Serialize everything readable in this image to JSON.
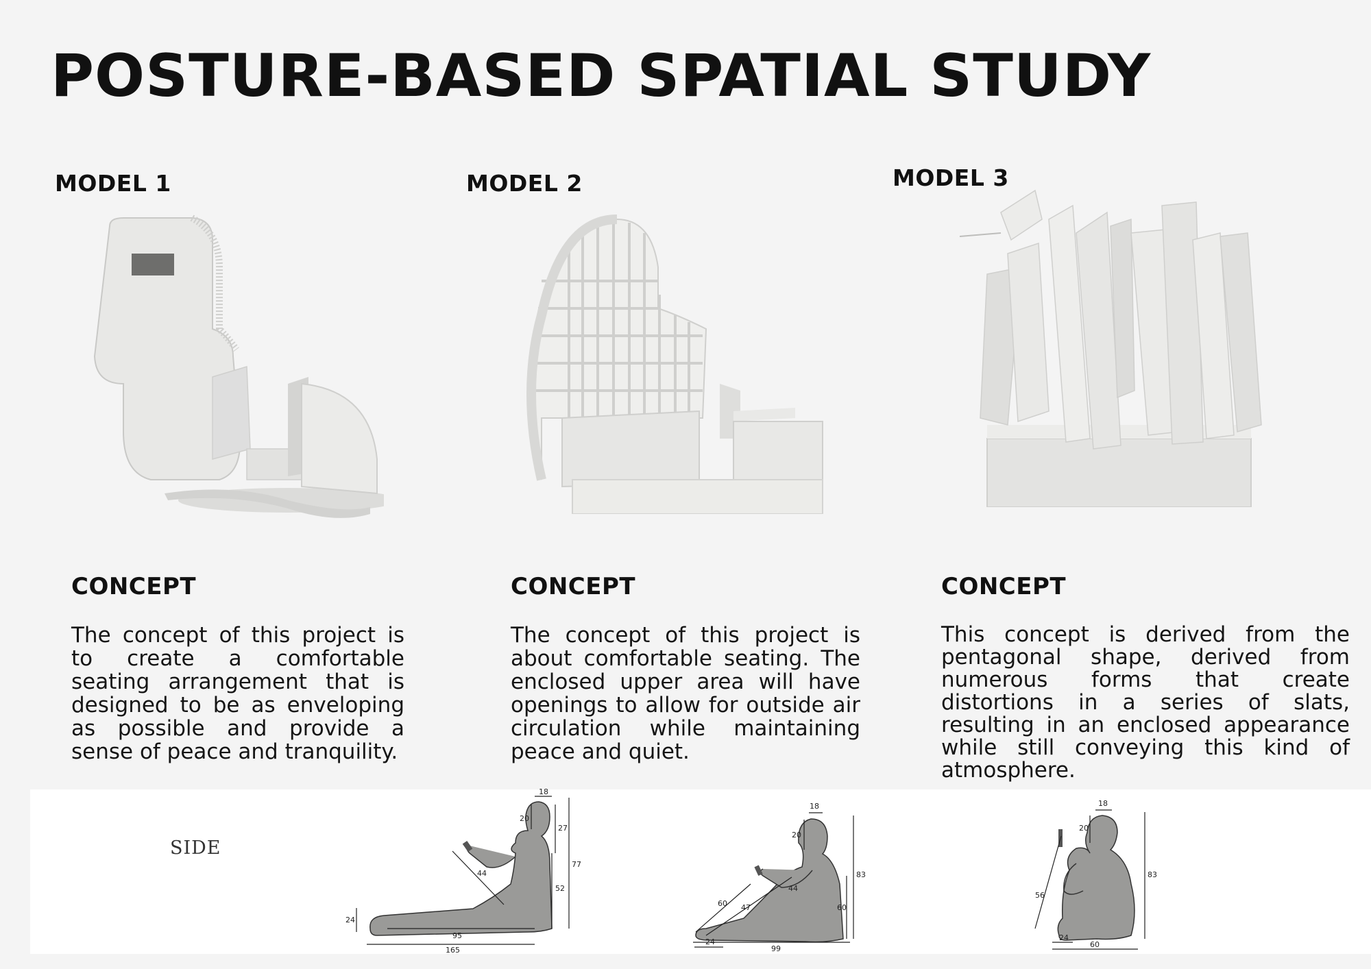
{
  "page": {
    "title": "POSTURE-BASED SPATIAL STUDY"
  },
  "models": [
    {
      "label": "MODEL 1",
      "concept_heading": "CONCEPT",
      "concept_text": "The concept of this project is to create a comfortable seating arrangement that is designed to be as enveloping as possible and provide a sense of peace and tranquility."
    },
    {
      "label": "MODEL 2",
      "concept_heading": "CONCEPT",
      "concept_text": "The concept of this project is about comfortable seating. The enclosed upper area will have openings to allow for outside air circulation while maintaining peace and quiet."
    },
    {
      "label": "MODEL 3",
      "concept_heading": "CONCEPT",
      "concept_text": "This concept is derived from the pentagonal shape, derived from numerous forms that create distortions in a series of slats, resulting in an enclosed appearance while still conveying this kind of atmosphere."
    }
  ],
  "side_view": {
    "label": "SIDE",
    "figures": [
      {
        "dims": [
          "18",
          "20",
          "27",
          "77",
          "52",
          "24",
          "95",
          "165",
          "44"
        ]
      },
      {
        "dims": [
          "18",
          "20",
          "83",
          "60",
          "44",
          "47",
          "60",
          "24",
          "99"
        ]
      },
      {
        "dims": [
          "18",
          "20",
          "83",
          "56",
          "24",
          "60"
        ]
      }
    ]
  },
  "colors": {
    "background": "#f4f4f4",
    "model_fill": "#e6e6e4",
    "figure_fill": "#9a9a98"
  }
}
